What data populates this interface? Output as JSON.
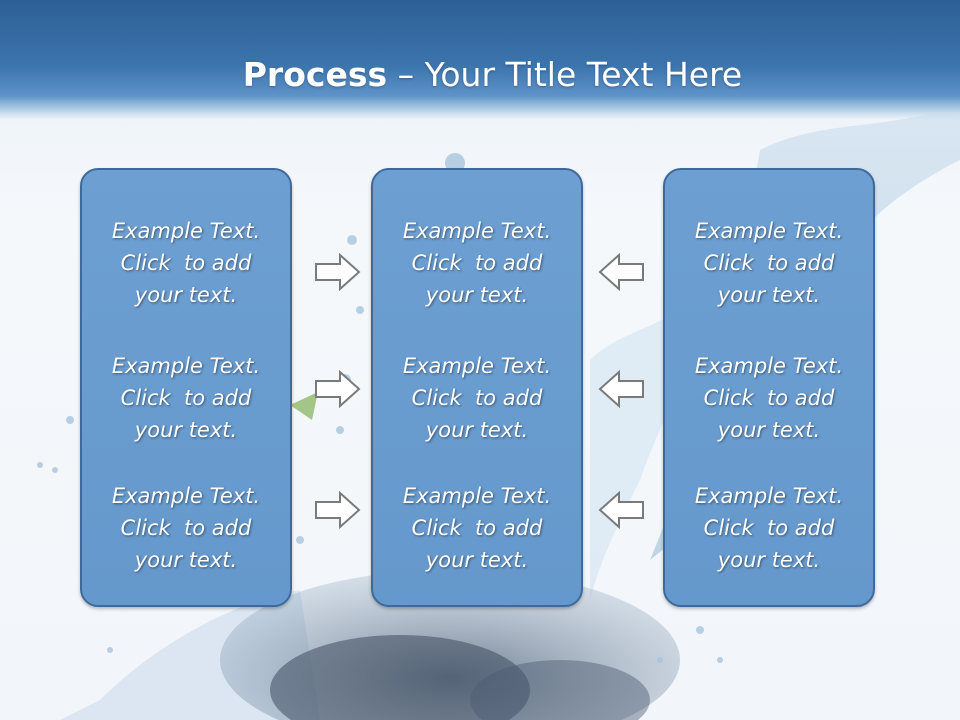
{
  "slide": {
    "title_bold": "Process",
    "title_rest": " – Your Title Text Here",
    "columns": [
      {
        "blocks": [
          [
            "Example Text.",
            "Click  to add",
            "your text."
          ],
          [
            "Example Text.",
            "Click  to add",
            "your text."
          ],
          [
            "Example Text.",
            "Click  to add",
            "your text."
          ]
        ]
      },
      {
        "blocks": [
          [
            "Example Text.",
            "Click  to add",
            "your text."
          ],
          [
            "Example Text.",
            "Click  to add",
            "your text."
          ],
          [
            "Example Text.",
            "Click  to add",
            "your text."
          ]
        ]
      },
      {
        "blocks": [
          [
            "Example Text.",
            "Click  to add",
            "your text."
          ],
          [
            "Example Text.",
            "Click  to add",
            "your text."
          ],
          [
            "Example Text.",
            "Click  to add",
            "your text."
          ]
        ]
      }
    ],
    "arrows": {
      "left_group": [
        "right-arrow-icon",
        "right-arrow-icon",
        "right-arrow-icon"
      ],
      "right_group": [
        "left-arrow-icon",
        "left-arrow-icon",
        "left-arrow-icon"
      ]
    },
    "colors": {
      "header": "#2d5f94",
      "box_fill": "#6a9dd0",
      "box_border": "#3d6a9b",
      "text": "#ffffff",
      "arrow_stroke": "#7a7a7a"
    }
  }
}
